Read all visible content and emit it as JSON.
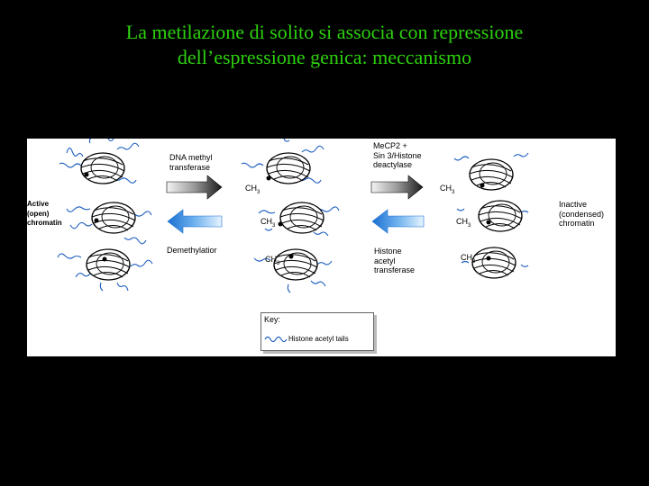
{
  "slide": {
    "title_line1": "La metilazione di solito si associa con repressione",
    "title_line2": "dell’espressione genica: meccanismo"
  },
  "diagram": {
    "left_state": [
      "Active",
      "(open)",
      "chromatin"
    ],
    "right_state": [
      "Inactive",
      "(condensed)",
      "chromatin"
    ],
    "arrow1_label": [
      "DNA methyl",
      "transferase"
    ],
    "arrow2_label": [
      "Demethylatior"
    ],
    "arrow3_label": [
      "MeCP2 +",
      "Sin 3/Histone",
      "deactylase"
    ],
    "arrow4_label": [
      "Histone",
      "acetyl",
      "transferase"
    ],
    "methyl_label": "CH",
    "methyl_sub": "3",
    "key_title": "Key:",
    "key_item": "Histone acetyl tails",
    "colors": {
      "forward_arrow": "#2a2a2a",
      "reverse_arrow": "#2b7fd6",
      "tail": "#1e5fc0"
    }
  }
}
